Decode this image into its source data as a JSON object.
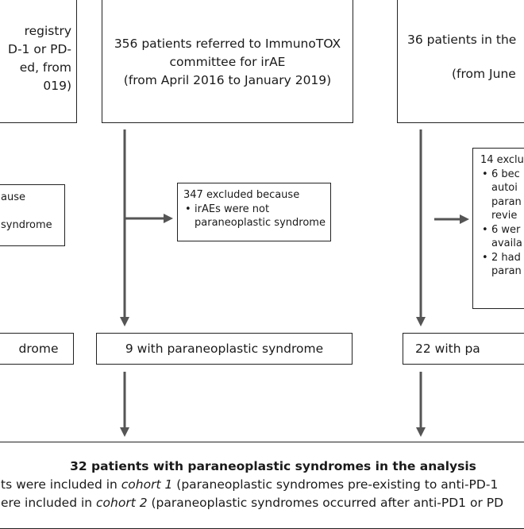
{
  "left_column": {
    "source_lines": [
      "registry",
      "D-1 or PD-",
      "ed, from",
      "019)"
    ],
    "excluded_lines": [
      "ause",
      "syndrome"
    ],
    "result": "drome"
  },
  "middle_column": {
    "source_lines": [
      "356 patients referred to ImmunoTOX",
      "committee for irAE",
      "(from April 2016 to January 2019)"
    ],
    "excluded_title": "347 excluded because",
    "excluded_bullets": [
      {
        "line1": "irAEs were not",
        "line2": "paraneoplastic syndrome"
      }
    ],
    "result": "9 with paraneoplastic syndrome"
  },
  "right_column": {
    "source_lines": [
      "36 patients in the",
      "(from June"
    ],
    "excluded_title": "14 exclu",
    "excluded_bullets": [
      {
        "lines": [
          "6 bec",
          "autoi",
          "paran",
          "revie"
        ]
      },
      {
        "lines": [
          "6 wer",
          "availa"
        ]
      },
      {
        "lines": [
          "2 had",
          "paran"
        ]
      }
    ],
    "result": "22 with pa"
  },
  "analysis": {
    "title": "32 patients with paraneoplastic syndromes in the analysis",
    "line1": {
      "before": "ts were included in ",
      "italic": "cohort 1",
      "after": " (paraneoplastic syndromes pre-existing to anti-PD-1"
    },
    "line2": {
      "before": "ere included in ",
      "italic": "cohort 2",
      "after": " (paraneoplastic syndromes occurred after anti-PD1 or PD"
    }
  }
}
